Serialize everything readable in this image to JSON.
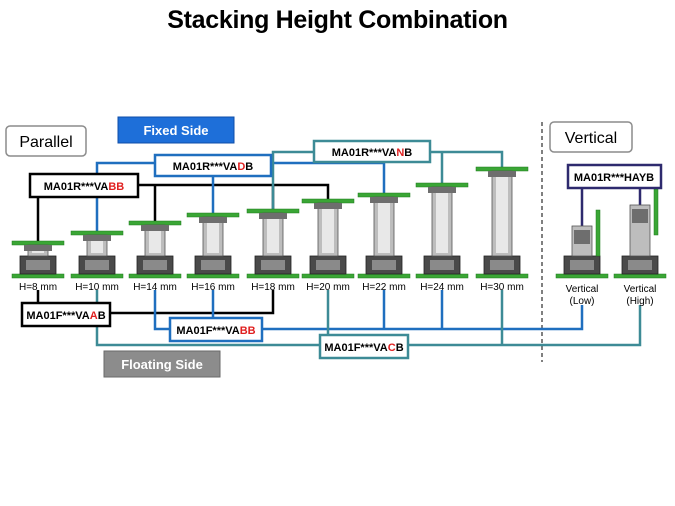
{
  "title": "Stacking Height Combination",
  "labels": {
    "parallel": "Parallel",
    "vertical": "Vertical",
    "fixed_side": "Fixed Side",
    "floating_side": "Floating Side"
  },
  "receptacle_parts": [
    {
      "name": "vabb",
      "prefix": "MA01R***VA",
      "red": "BB",
      "suffix": "",
      "color": "#000000"
    },
    {
      "name": "vadb",
      "prefix": "MA01R***VA",
      "red": "D",
      "suffix": "B",
      "color": "#1f6fbf"
    },
    {
      "name": "vanb",
      "prefix": "MA01R***VA",
      "red": "N",
      "suffix": "B",
      "color": "#3d8b96"
    },
    {
      "name": "hayb",
      "prefix": "MA01R***HAYB",
      "red": "",
      "suffix": "",
      "color": "#2e2a6e"
    }
  ],
  "plug_parts": [
    {
      "name": "vaab",
      "prefix": "MA01F***VA",
      "red": "A",
      "suffix": "B",
      "color": "#000000"
    },
    {
      "name": "vabb",
      "prefix": "MA01F***VA",
      "red": "BB",
      "suffix": "",
      "color": "#1f6fbf"
    },
    {
      "name": "vacb",
      "prefix": "MA01F***VA",
      "red": "C",
      "suffix": "B",
      "color": "#3d8b96"
    }
  ],
  "heights": [
    "H=8 mm",
    "H=10 mm",
    "H=14 mm",
    "H=16 mm",
    "H=18 mm",
    "H=20 mm",
    "H=22 mm",
    "H=24 mm",
    "H=30 mm"
  ],
  "vertical_labels": [
    {
      "line1": "Vertical",
      "line2": "(Low)"
    },
    {
      "line1": "Vertical",
      "line2": "(High)"
    }
  ],
  "colors": {
    "black_line": "#000000",
    "blue_line": "#1f6fbf",
    "teal_line": "#3d8b96",
    "navy_line": "#2e2a6e",
    "red_text": "#e02020",
    "pcb_green": "#3aa635",
    "fixed_side_fill": "#1e6fd9",
    "floating_side_fill": "#8c8c8c"
  }
}
